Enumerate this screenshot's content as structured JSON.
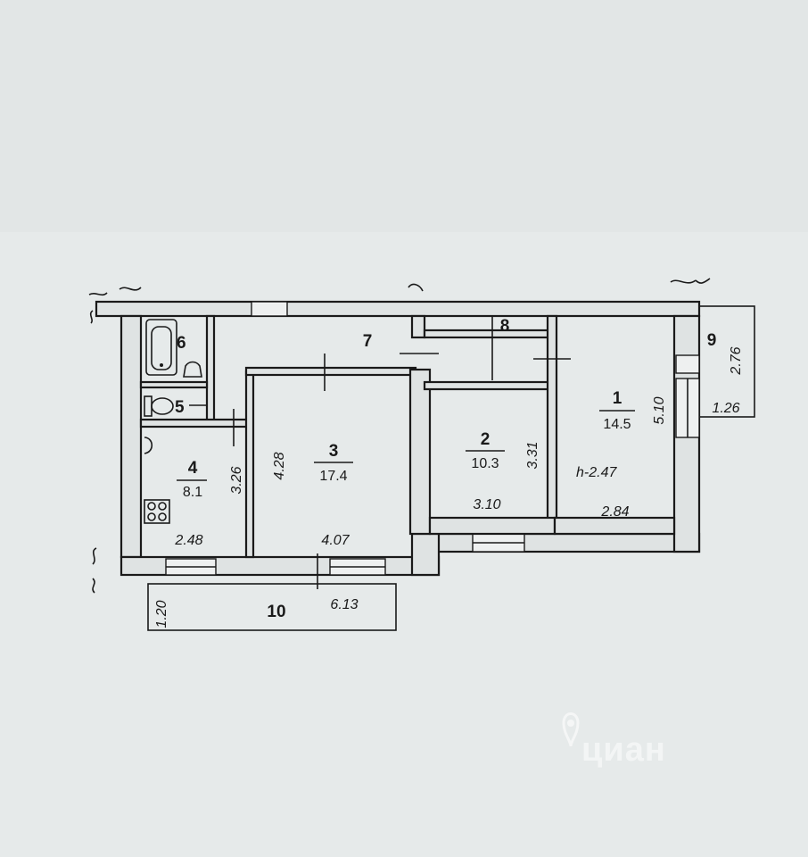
{
  "rooms": [
    {
      "number": "1",
      "area": "14.5"
    },
    {
      "number": "2",
      "area": "10.3"
    },
    {
      "number": "3",
      "area": "17.4"
    },
    {
      "number": "4",
      "area": "8.1"
    },
    {
      "number": "5"
    },
    {
      "number": "6"
    },
    {
      "number": "7"
    },
    {
      "number": "8"
    },
    {
      "number": "9"
    },
    {
      "number": "10"
    }
  ],
  "height_note": "h-2.47",
  "dimensions": {
    "room1_width": "2.84",
    "room1_length": "5.10",
    "room2_width": "3.10",
    "room2_length": "3.31",
    "room3_width": "4.07",
    "room3_length": "4.28",
    "room4_width": "2.48",
    "room4_length": "3.26",
    "balcony9_length": "2.76",
    "balcony9_width": "1.26",
    "balcony10_length": "6.13",
    "balcony10_width": "1.20"
  },
  "watermark": "циан"
}
